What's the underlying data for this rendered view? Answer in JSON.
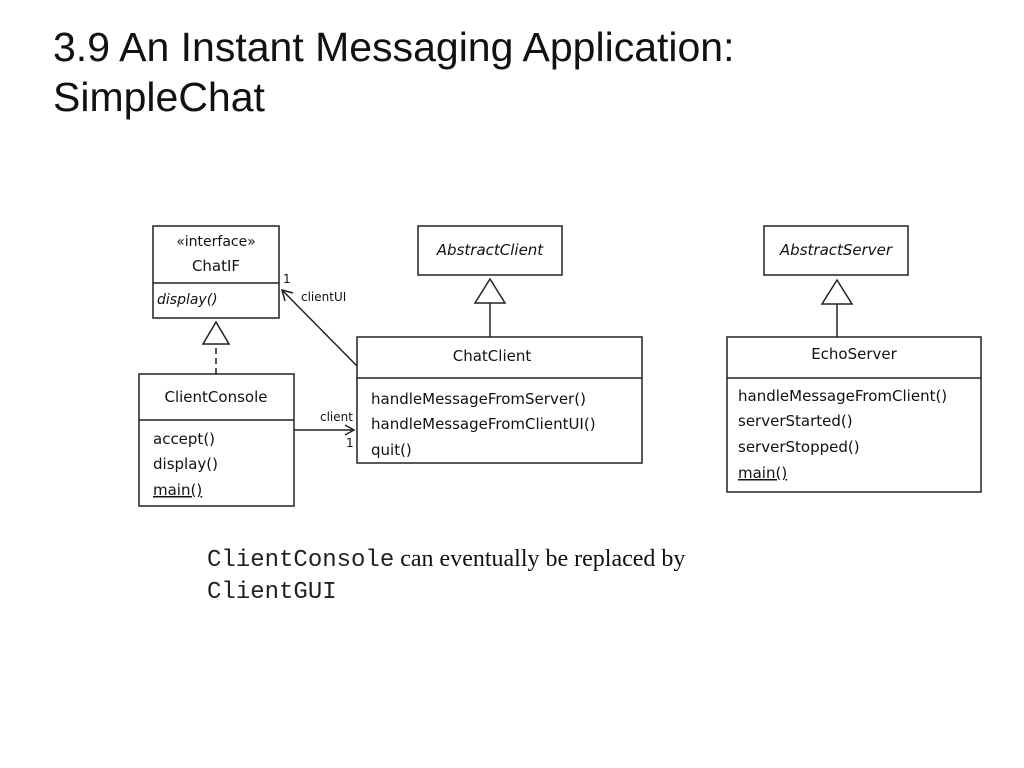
{
  "title": {
    "line1": "3.9 An Instant Messaging Application:",
    "line2": "SimpleChat"
  },
  "diagram": {
    "chatif": {
      "stereotype": "«interface»",
      "name": "ChatIF",
      "operations": [
        "display()"
      ]
    },
    "abstract_client": {
      "name": "AbstractClient"
    },
    "abstract_server": {
      "name": "AbstractServer"
    },
    "client_console": {
      "name": "ClientConsole",
      "operations": [
        "accept()",
        "display()",
        "main()"
      ]
    },
    "chat_client": {
      "name": "ChatClient",
      "operations": [
        "handleMessageFromServer()",
        "handleMessageFromClientUI()",
        "quit()"
      ]
    },
    "echo_server": {
      "name": "EchoServer",
      "operations": [
        "handleMessageFromClient()",
        "serverStarted()",
        "serverStopped()",
        "main()"
      ]
    },
    "assoc_clientui": {
      "role": "clientUI",
      "multiplicity": "1"
    },
    "assoc_client": {
      "role": "client",
      "multiplicity": "1"
    }
  },
  "caption": {
    "code1": "ClientConsole",
    "text": " can eventually be replaced by",
    "code2": "ClientGUI"
  }
}
